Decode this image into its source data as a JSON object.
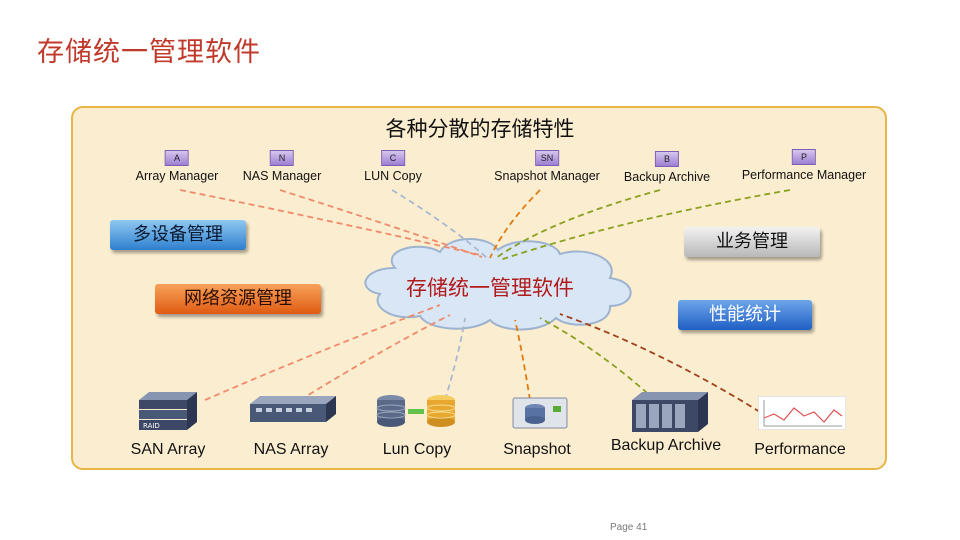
{
  "slide": {
    "title": "存储统一管理软件",
    "page_label": "Page 41"
  },
  "panel": {
    "heading": "各种分散的存储特性"
  },
  "managers": [
    {
      "badge": "A",
      "label": "Array Manager"
    },
    {
      "badge": "N",
      "label": "NAS Manager"
    },
    {
      "badge": "C",
      "label": "LUN Copy"
    },
    {
      "badge": "SN",
      "label": "Snapshot Manager"
    },
    {
      "badge": "B",
      "label": "Backup Archive"
    },
    {
      "badge": "P",
      "label": "Performance Manager"
    }
  ],
  "center": {
    "label": "存储统一管理软件"
  },
  "tags": {
    "multi_device": "多设备管理",
    "network_resource": "网络资源管理",
    "business": "业务管理",
    "performance_stats": "性能统计"
  },
  "devices": [
    {
      "label": "SAN Array",
      "icon": "raid-array-icon"
    },
    {
      "label": "NAS Array",
      "icon": "nas-switch-icon"
    },
    {
      "label": "Lun Copy",
      "icon": "database-copy-icon"
    },
    {
      "label": "Snapshot",
      "icon": "snapshot-icon"
    },
    {
      "label": "Backup Archive",
      "icon": "server-rack-icon"
    },
    {
      "label": "Performance",
      "icon": "performance-chart-icon"
    }
  ],
  "colors": {
    "title": "#c0392b",
    "panel_bg": "#fbeed0",
    "panel_border": "#e8b547",
    "line_salmon": "#ef8a6a",
    "line_gray_blue": "#a9b8cf",
    "line_orange": "#e07a10",
    "line_olive": "#8aa020",
    "line_brown": "#a2401a"
  }
}
